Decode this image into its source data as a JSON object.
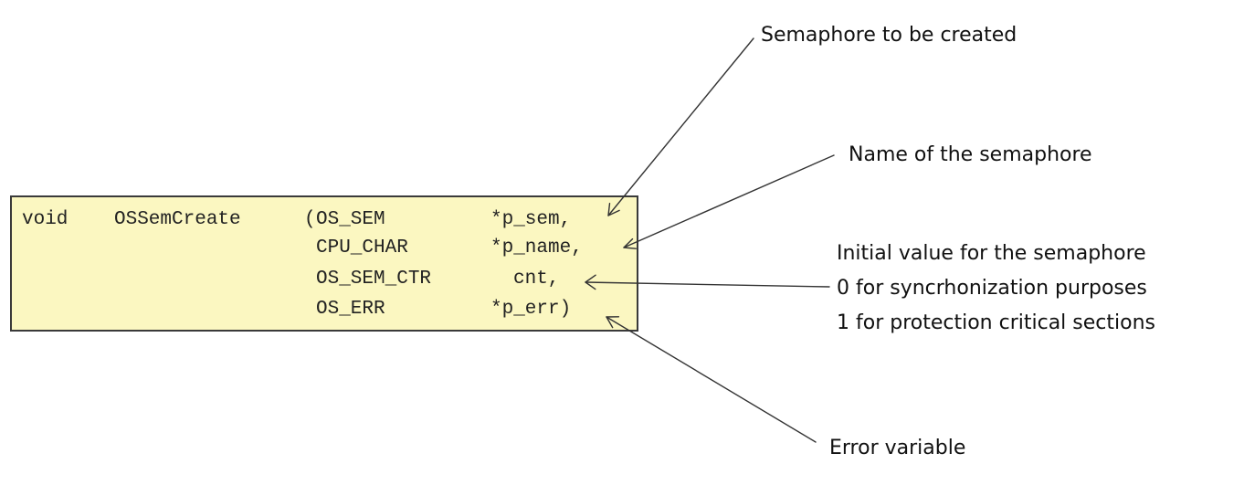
{
  "code": {
    "return_type": "void",
    "function_name": "OSSemCreate",
    "open_paren": "(",
    "params": [
      {
        "type": "OS_SEM",
        "name": "*p_sem,"
      },
      {
        "type": "CPU_CHAR",
        "name": "*p_name,"
      },
      {
        "type": "OS_SEM_CTR",
        "name": "cnt,"
      },
      {
        "type": "OS_ERR",
        "name": "*p_err)"
      }
    ]
  },
  "annotations": {
    "semaphore": "Semaphore to be created",
    "name": "Name of the semaphore",
    "initial_value": {
      "line1": "Initial value for the semaphore",
      "line2": "0 for syncrhonization purposes",
      "line3": "1 for protection critical sections"
    },
    "error": "Error variable"
  }
}
